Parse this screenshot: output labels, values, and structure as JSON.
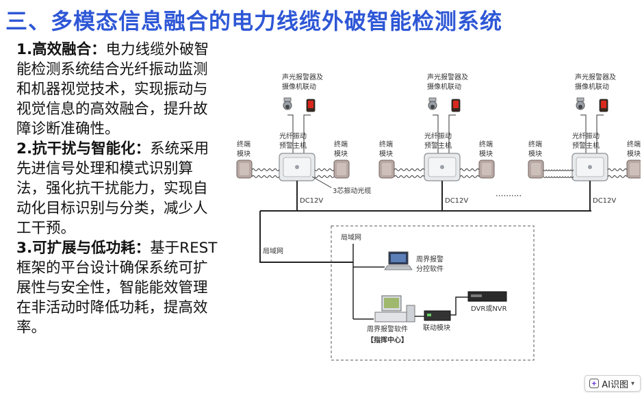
{
  "slide": {
    "title": "三、多模态信息融合的电力线缆外破智能检测系统",
    "points": [
      {
        "heading": "1.高效融合：",
        "body": "电力线缆外破智能检测系统结合光纤振动监测和机器视觉技术，实现振动与视觉信息的高效融合，提升故障诊断准确性。"
      },
      {
        "heading": "2.抗干扰与智能化：",
        "body": "系统采用先进信号处理和模式识别算法，强化抗干扰能力，实现自动化目标识别与分类，减少人工干预。"
      },
      {
        "heading": "3.可扩展与低功耗：",
        "body": "基于REST框架的平台设计确保系统可扩展性与安全性，智能能效管理在非活动时降低功耗，提高效率。"
      }
    ]
  },
  "diagram": {
    "alarm_label_1": "声光报警器及",
    "alarm_label_2": "摄像机联动",
    "host_label_1": "光纤振动",
    "host_label_2": "预警主机",
    "terminal_label_1": "终端",
    "terminal_label_2": "模块",
    "dc_label": "DC12V",
    "cable_label": "3芯振动光缆",
    "dots": "··········",
    "lan_outer": "局域网",
    "lan_inner": "局域网",
    "client_label_1": "周界报警",
    "client_label_2": "分控软件",
    "center_label_1": "周界报警软件",
    "center_label_2": "【指挥中心】",
    "linkage_label": "联动模块",
    "dvr_label": "DVR或NVR"
  },
  "ai_button": {
    "label": "AI识图",
    "icon": "ai-sparkle-icon"
  },
  "colors": {
    "title": "#2e57d6",
    "text": "#111111",
    "alarm_red": "#d9281e"
  }
}
